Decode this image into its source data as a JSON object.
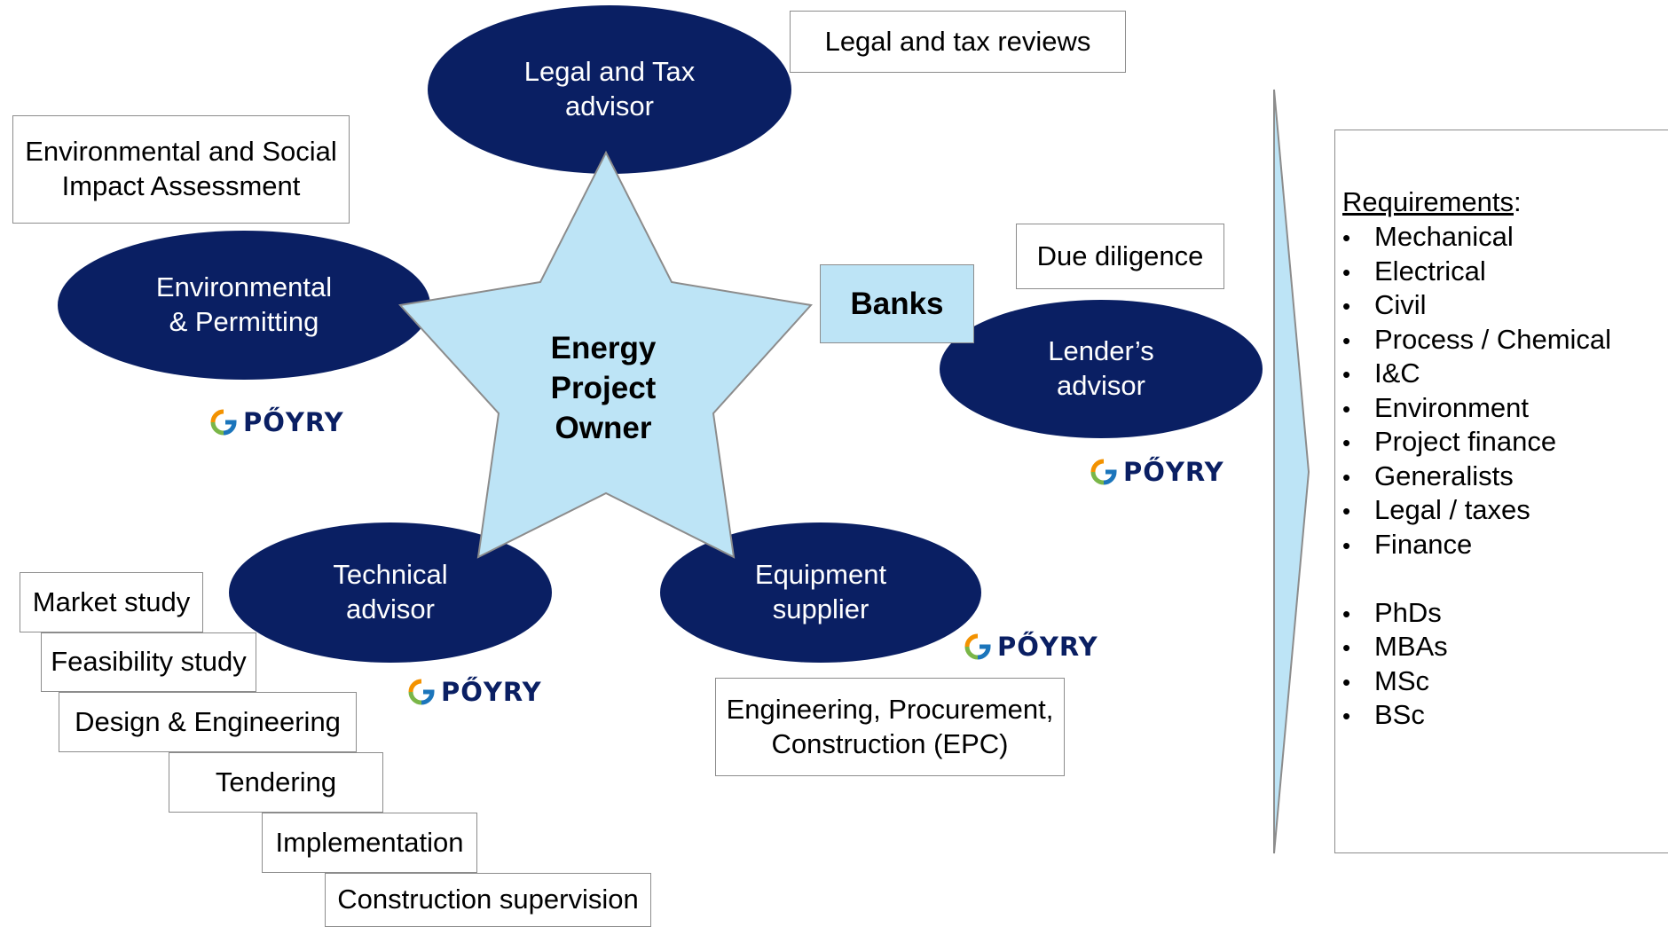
{
  "center": {
    "line1": "Energy",
    "line2": "Project",
    "line3": "Owner"
  },
  "banks": "Banks",
  "ellipses": {
    "legal_tax": {
      "line1": "Legal and Tax",
      "line2": "advisor"
    },
    "environmental": {
      "line1": "Environmental",
      "line2": "& Permitting"
    },
    "lenders": {
      "line1": "Lender’s",
      "line2": "advisor"
    },
    "technical": {
      "line1": "Technical",
      "line2": "advisor"
    },
    "equipment": {
      "line1": "Equipment",
      "line2": "supplier"
    }
  },
  "boxes": {
    "legal_tax_reviews": "Legal and tax reviews",
    "esia": {
      "line1": "Environmental and Social",
      "line2": "Impact Assessment"
    },
    "due_diligence": "Due diligence",
    "epc": {
      "line1": "Engineering, Procurement,",
      "line2": "Construction (EPC)"
    }
  },
  "stages": [
    "Market study",
    "Feasibility study",
    "Design & Engineering",
    "Tendering",
    "Implementation",
    "Construction supervision"
  ],
  "logo_text": "PŐYRY",
  "requirements": {
    "title": "Requirements",
    "title_suffix": ":",
    "bullet": "•",
    "disciplines": [
      "Mechanical",
      "Electrical",
      "Civil",
      "Process / Chemical",
      "I&C",
      "Environment",
      "Project finance",
      "Generalists",
      "Legal / taxes",
      "Finance"
    ],
    "degrees": [
      "PhDs",
      "MBAs",
      "MSc",
      "BSc"
    ]
  },
  "colors": {
    "ellipse_fill": "#0a1f63",
    "star_fill": "#bde4f6",
    "banks_fill": "#bde4f6",
    "logo_text": "#0a1f63",
    "logo_orange": "#f39200",
    "logo_green": "#7ab648",
    "logo_blue": "#1b75bb"
  }
}
